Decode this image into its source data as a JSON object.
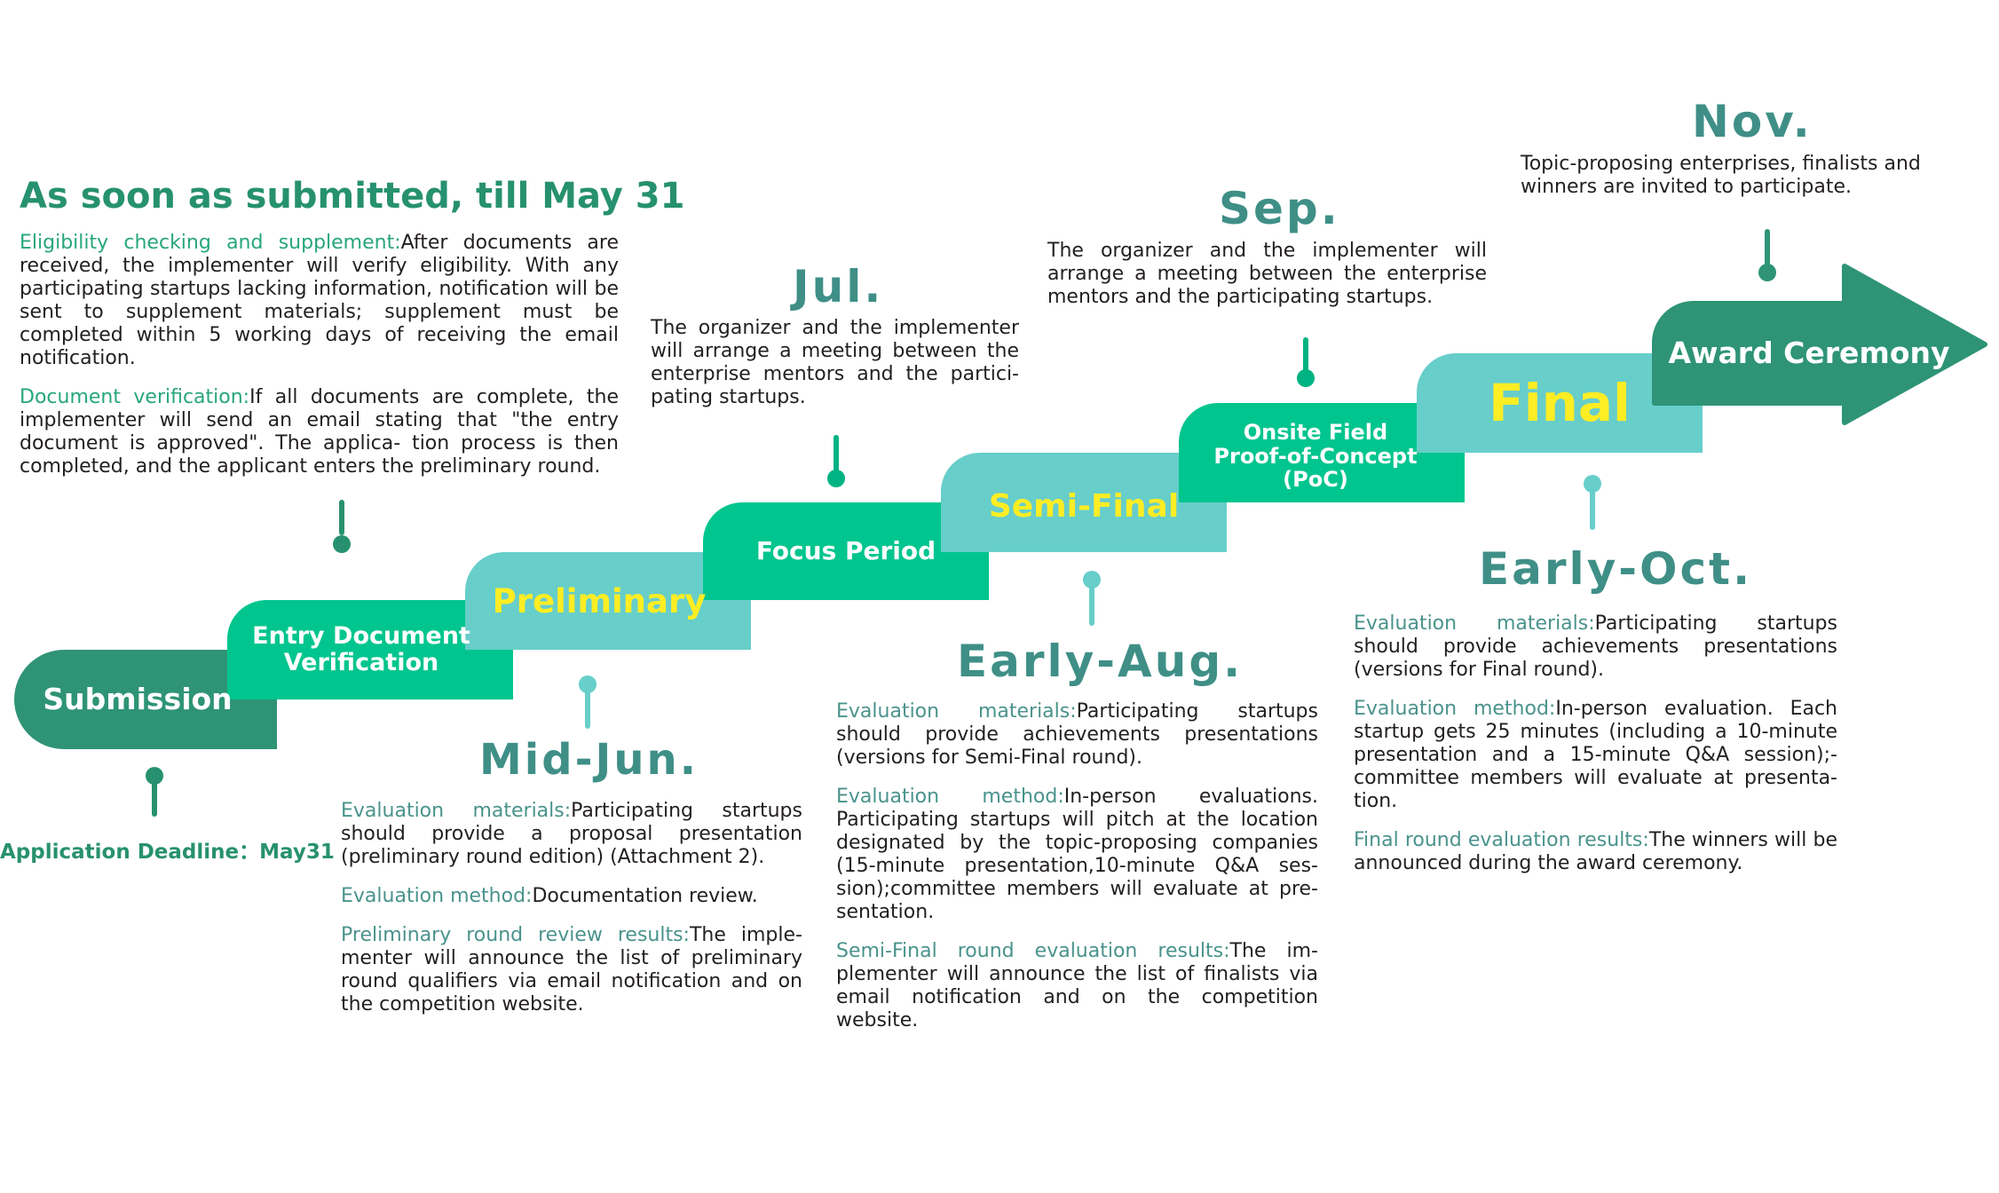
{
  "steps": {
    "submission": "Submission",
    "entry_line1": "Entry Document",
    "entry_line2": "Verification",
    "preliminary": "Preliminary",
    "focus": "Focus Period",
    "semi_final": "Semi-Final",
    "onsite_line1": "Onsite Field",
    "onsite_line2": "Proof-of-Concept",
    "onsite_line3": "(PoC)",
    "final": "Final",
    "award": "Award Ceremony"
  },
  "deadline": "Application Deadline：May31",
  "submitted": {
    "heading": "As soon as submitted, till May 31",
    "p1_label": "Eligibility checking and supplement:",
    "p1_text": "After documents are received, the implementer will verify eligibility. With any participating startups lacking information, notification will be sent to supplement materials; supplement must be completed within 5 working days of receiving the email notification.",
    "p2_label": "Document verification:",
    "p2_text": "If all documents are complete, the implementer will send an email stating that \"the entry document is approved\". The applica- tion process is then completed, and the applicant enters the preliminary round."
  },
  "mid_jun": {
    "heading": "Mid-Jun.",
    "p1_label": "Evaluation materials:",
    "p1_text": "Participating startups should provide a proposal presentation (preliminary round edition) (Attachment 2).",
    "p2_label": "Evaluation method:",
    "p2_text": "Documentation review.",
    "p3_label": "Preliminary round review results:",
    "p3_text": "The imple- menter will announce the list of preliminary round qualifiers via email notification and on the competition website."
  },
  "jul": {
    "heading": "Jul.",
    "text": "The organizer and the implementer will arrange a meeting between the enterprise mentors and the partici- pating startups."
  },
  "early_aug": {
    "heading": "Early-Aug.",
    "p1_label": "Evaluation materials:",
    "p1_text": "Participating startups should provide achievements presentations (versions for Semi-Final round).",
    "p2_label": "Evaluation method:",
    "p2_text": "In-person evaluations. Participating startups will pitch at the location designated by the topic-proposing companies (15-minute presentation,10-minute Q&A ses- sion);committee members will evaluate at pre- sentation.",
    "p3_label": "Semi-Final round evaluation results:",
    "p3_text": "The im- plementer will announce the list of finalists via email notification and on the competition website."
  },
  "sep": {
    "heading": "Sep.",
    "text": "The organizer and the implementer will arrange a meeting between the enterprise mentors and the participating startups."
  },
  "early_oct": {
    "heading": "Early-Oct.",
    "p1_label": "Evaluation materials:",
    "p1_text": "Participating startups should provide achievements presentations (versions for Final round).",
    "p2_label": "Evaluation method:",
    "p2_text": "In-person evaluation. Each startup gets 25 minutes (including a 10-minute presentation and a 15-minute Q&A session);- committee members will evaluate at presenta- tion.",
    "p3_label": "Final round evaluation results:",
    "p3_text": "The winners will be announced during the award ceremony."
  },
  "nov": {
    "heading": "Nov.",
    "text": "Topic-proposing enterprises, finalists and winners are invited to participate."
  },
  "colors": {
    "dark_green": "#2e9475",
    "bright_green": "#00c58e",
    "light_teal": "#67ceca",
    "shadow": "#1f7459",
    "heading_teal": "#3f8f87",
    "keyword_green": "#27a67c",
    "keyword_teal": "#4a938c",
    "yellow": "#ffed24"
  }
}
